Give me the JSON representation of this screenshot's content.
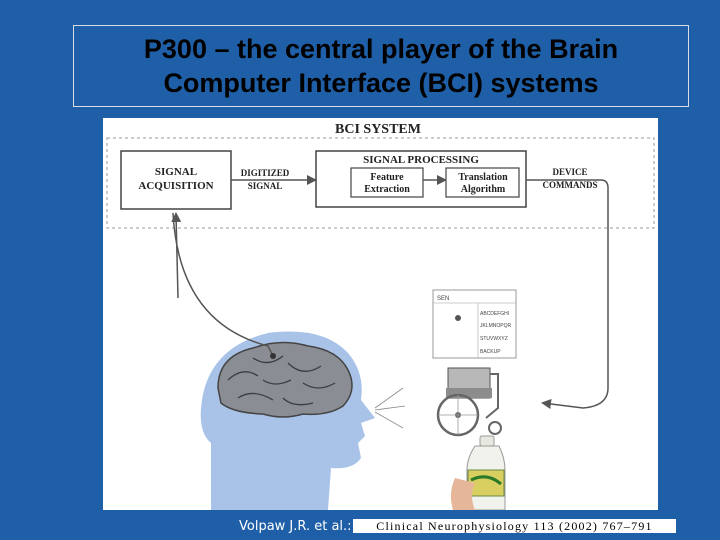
{
  "title": {
    "line1": "P300 – the central player of the Brain",
    "line2": "Computer Interface (BCI) systems"
  },
  "diagram": {
    "system_label": "BCI SYSTEM",
    "signal_acquisition": [
      "SIGNAL",
      "ACQUISITION"
    ],
    "digitized_signal": [
      "DIGITIZED",
      "SIGNAL"
    ],
    "signal_processing": "SIGNAL PROCESSING",
    "feature_extraction": [
      "Feature",
      "Extraction"
    ],
    "translation_algorithm": [
      "Translation",
      "Algorithm"
    ],
    "device_commands": [
      "DEVICE",
      "COMMANDS"
    ],
    "screen": {
      "header": "SEN",
      "rows": [
        "ABCDEFGHI",
        "JKLMNOPQR",
        "STUVWXYZ",
        "BACKUP"
      ]
    }
  },
  "citation": {
    "author": "Volpaw J.R. et al.:",
    "journal": "Clinical Neurophysiology 113 (2002) 767–791"
  },
  "colors": {
    "background": "#1f5fa8",
    "head": "#a9c3e8",
    "arrow": "#555555"
  }
}
